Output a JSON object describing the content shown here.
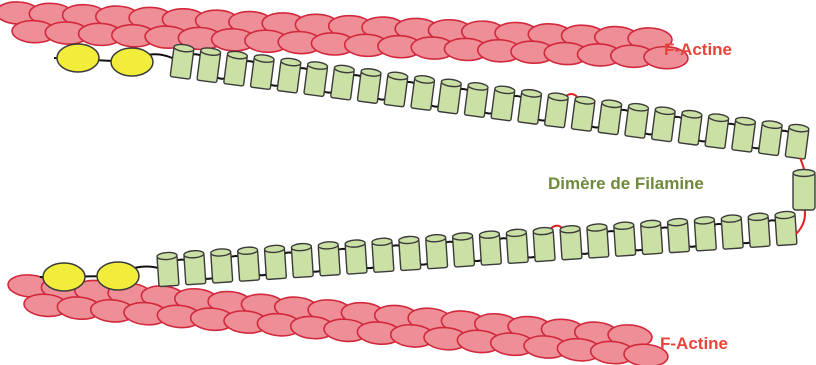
{
  "labels": {
    "actin_top": "F-Actine",
    "actin_bottom": "F-Actine",
    "dimer": "Dimère de Filamine"
  },
  "colors": {
    "actin_fill": "#ee8f98",
    "actin_stroke": "#d2283c",
    "actin_label": "#e8443a",
    "abd_fill": "#f2ec3a",
    "domain_fill": "#cbe0a4",
    "domain_stroke": "#3a3a3a",
    "linker": "#111111",
    "hinge": "#e02020",
    "dimer_label": "#6e8a3a"
  },
  "structure": {
    "upper_chain_domains": 24,
    "lower_chain_domains": 24,
    "actin_binding_domains_per_chain": 2
  }
}
